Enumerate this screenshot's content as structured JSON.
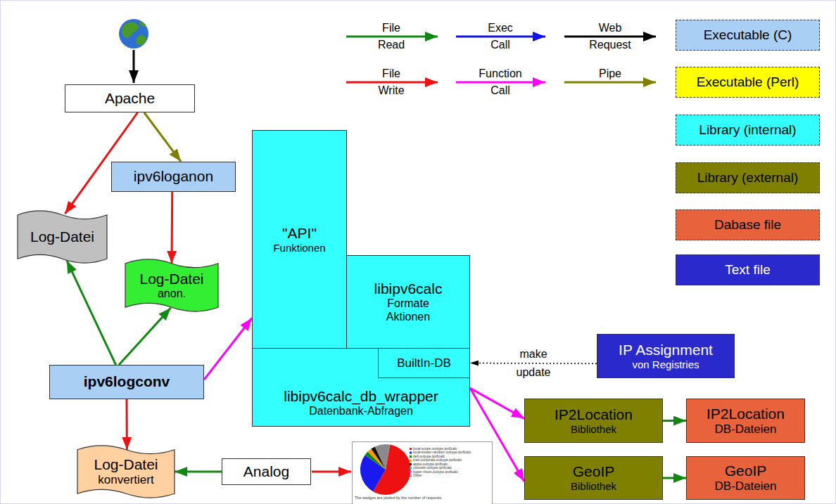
{
  "diagram": {
    "nodes": [
      {
        "text": [
          "Apache"
        ]
      },
      {
        "text": [
          "ipv6loganon"
        ]
      },
      {
        "text": [
          "Log-Datei"
        ]
      },
      {
        "text": [
          "Log-Datei",
          "anon."
        ]
      },
      {
        "text": [
          "ipv6logconv"
        ]
      },
      {
        "text": [
          "Log-Datei",
          "konvertiert"
        ]
      },
      {
        "text": [
          "Analog"
        ]
      },
      {
        "text": [
          "\"API\"",
          "Funktionen"
        ]
      },
      {
        "text": [
          "libipv6calc",
          "Formate Aktionen"
        ]
      },
      {
        "text": [
          "libipv6calc_db_wrapper",
          "Datenbank-Abfragen"
        ]
      },
      {
        "text": [
          "BuiltIn-DB"
        ],
        "in": 9
      },
      {
        "text": [
          "IP Assignment",
          "von Registries"
        ]
      },
      {
        "text": [
          "IP2Location",
          "Bibliothek"
        ]
      },
      {
        "text": [
          "IP2Location",
          "DB-Dateien"
        ]
      },
      {
        "text": [
          "GeoIP",
          "Bibliothek"
        ]
      },
      {
        "text": [
          "GeoIP",
          "DB-Dateien"
        ]
      }
    ],
    "edges": [
      {
        "from": 0,
        "to": 2,
        "arrow": "to"
      },
      {
        "from": 0,
        "to": 1,
        "arrow": "to"
      },
      {
        "from": 1,
        "to": 3,
        "arrow": "to"
      },
      {
        "from": 4,
        "to": 2,
        "arrow": "to"
      },
      {
        "from": 4,
        "to": 3,
        "arrow": "to"
      },
      {
        "from": 4,
        "to": 7,
        "arrow": "to"
      },
      {
        "from": 4,
        "to": 5,
        "arrow": "to"
      },
      {
        "from": 6,
        "to": 5,
        "arrow": "to"
      },
      {
        "from": 11,
        "to": 10,
        "label": "make update",
        "arrow": "to"
      },
      {
        "from": 9,
        "to": 12,
        "arrow": "to"
      },
      {
        "from": 9,
        "to": 14,
        "arrow": "to"
      },
      {
        "from": 12,
        "to": 13,
        "arrow": "to"
      },
      {
        "from": 14,
        "to": 15,
        "arrow": "to"
      }
    ],
    "labels": [
      "local-scope.outtype.ipv6calc",
      "local-known-random.outtype.ipv6calc",
      "dell.outtype.ipv6calc",
      "intel-corporate.outtype.ipv6calc",
      "apple.outtype.ipv6calc",
      "youtube.outtype.ipv6calc",
      "super-micro.outtype.ipv6calc",
      "Other",
      "The wedges are plotted by the number of requests."
    ],
    "legend": [
      {
        "text": "File Read"
      },
      {
        "text": "Exec Call"
      },
      {
        "text": "Web Request"
      },
      {
        "text": "File Write"
      },
      {
        "text": "Function Call"
      },
      {
        "text": "Pipe"
      },
      {
        "text": "Executable (C)",
        "color": "#a9cff5"
      },
      {
        "text": "Executable (Perl)",
        "color": "#ffff00"
      },
      {
        "text": "Library (internal)",
        "color": "#33ffff"
      },
      {
        "text": "Library (external)",
        "color": "#808000"
      },
      {
        "text": "Dabase file",
        "color": "#e8623c"
      },
      {
        "text": "Text file",
        "color": "#2a2acc"
      }
    ]
  }
}
